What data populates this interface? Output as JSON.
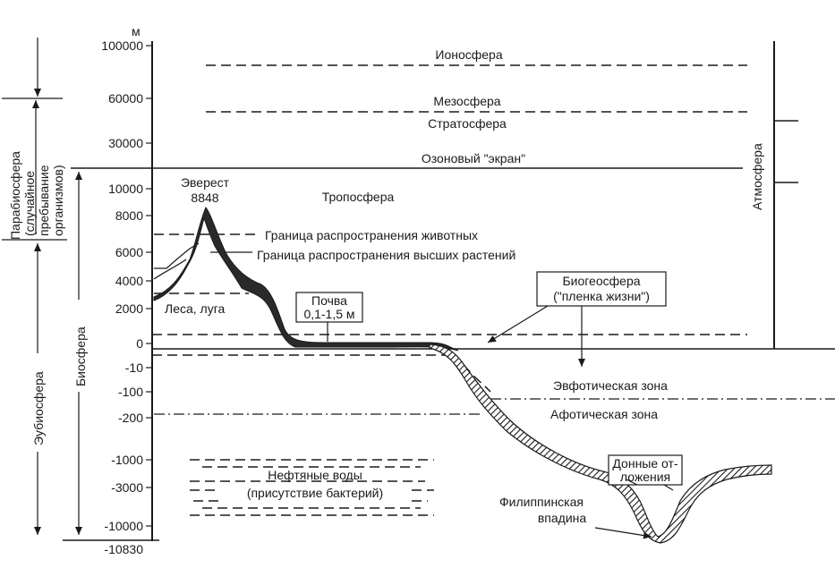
{
  "y_axis": {
    "unit": "м",
    "ticks": [
      "100000",
      "60000",
      "30000",
      "10000",
      "8000",
      "6000",
      "4000",
      "2000",
      "0",
      "-10",
      "-100",
      "-200",
      "-1000",
      "-3000",
      "-10000",
      "-10830"
    ]
  },
  "side_labels": {
    "parabiosphere": [
      "Парабиосфера",
      "(случайное",
      "пребывание",
      "организмов)"
    ],
    "eubiosphere": "Эубиосфера",
    "biosphere": "Биосфера",
    "atmosphere": "Атмосфера"
  },
  "layers": {
    "ionosphere": "Ионосфера",
    "mesosphere": "Мезосфера",
    "stratosphere": "Стратосфера",
    "ozone": "Озоновый \"экран\"",
    "troposphere": "Тропосфера"
  },
  "everest": {
    "name": "Эверест",
    "height": "8848"
  },
  "limits": {
    "animals": "Граница распространения животных",
    "plants": "Граница распространения высших растений"
  },
  "forest": "Леса, луга",
  "soil": {
    "title": "Почва",
    "depth": "0,1-1,5 м"
  },
  "biogeosphere": {
    "title": "Биогеосфера",
    "subtitle": "(\"пленка жизни\")"
  },
  "euphotic": "Эвфотическая зона",
  "aphotic": "Афотическая зона",
  "oil_waters": {
    "line1": "Нефтяные воды",
    "line2": "(присутствие бактерий)"
  },
  "sediments": {
    "line1": "Донные от-",
    "line2": "ложения"
  },
  "trench": {
    "line1": "Филиппинская",
    "line2": "впадина"
  }
}
